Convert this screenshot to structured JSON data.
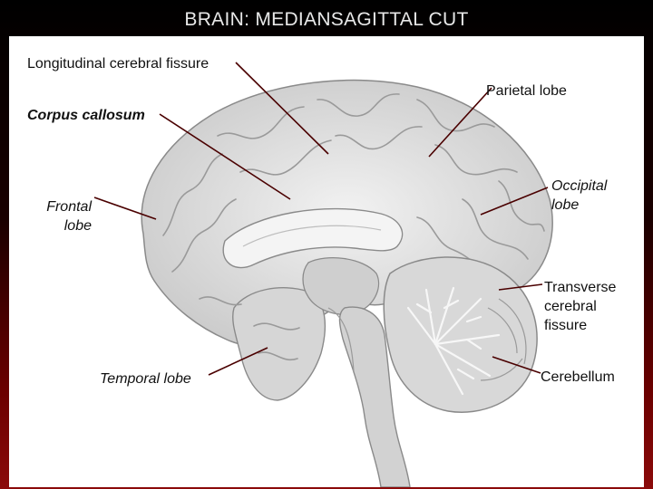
{
  "title": "BRAIN: MEDIANSAGITTAL CUT",
  "labels": {
    "longitudinal": "Longitudinal cerebral fissure",
    "parietal": "Parietal lobe",
    "corpus": "Corpus callosum",
    "frontal_1": "Frontal",
    "frontal_2": "lobe",
    "occipital_1": "Occipital",
    "occipital_2": "lobe",
    "transverse_1": "Transverse",
    "transverse_2": "cerebral",
    "transverse_3": "fissure",
    "temporal": "Temporal lobe",
    "cerebellum": "Cerebellum"
  },
  "colors": {
    "leader_line": "#4a0000",
    "brain_fill": "#dcdcdc",
    "background_top": "#000000",
    "background_bottom": "#8b0a0a"
  }
}
